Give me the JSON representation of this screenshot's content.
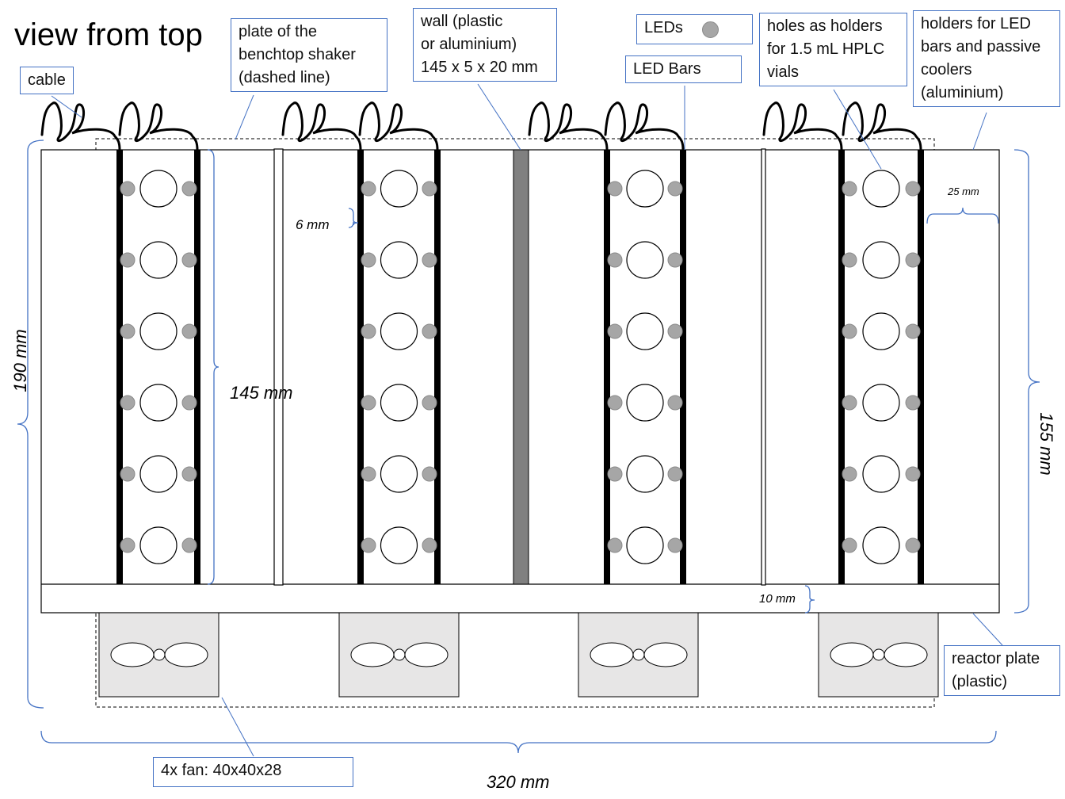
{
  "title": "view from top",
  "labels": {
    "cable": "cable",
    "shaker_plate": [
      "plate of the",
      "benchtop shaker",
      "(dashed line)"
    ],
    "wall": [
      "wall (plastic",
      "or aluminium)",
      "145 x 5 x 20 mm"
    ],
    "leds": "LEDs",
    "led_bars": "LED Bars",
    "vial_holes": [
      "holes as holders",
      "for 1.5 mL HPLC",
      "vials"
    ],
    "holders": [
      "holders for LED",
      "bars and passive",
      "coolers",
      "(aluminium)"
    ],
    "reactor_plate": [
      "reactor plate",
      "(plastic)"
    ],
    "fans": "4x fan: 40x40x28"
  },
  "dimensions": {
    "height_total": "190 mm",
    "width_total": "320 mm",
    "height_inner": "155 mm",
    "bar_length": "145 mm",
    "gap_small": "6 mm",
    "holder_width": "25 mm",
    "base_height": "10 mm"
  },
  "counts": {
    "modules": 4,
    "vials_per_module": 6,
    "fans": 4
  },
  "colors": {
    "outline": "#000000",
    "led": "#a6a6a6",
    "wall": "#808080",
    "fan_box": "#e7e6e6",
    "leader": "#4472c4"
  }
}
